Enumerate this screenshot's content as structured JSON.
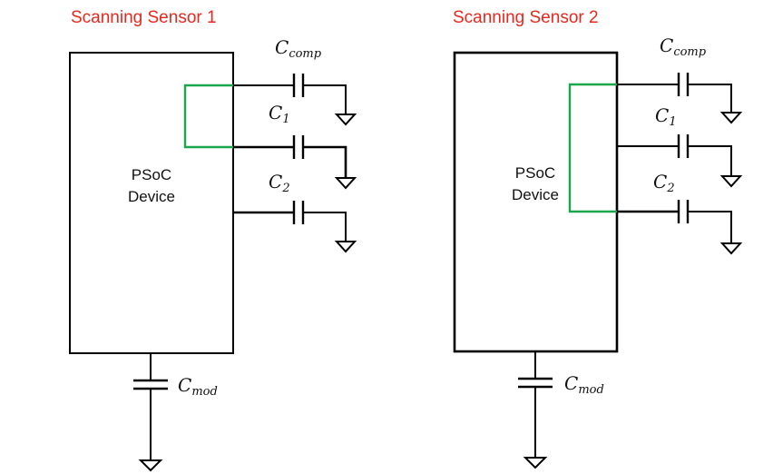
{
  "sensor1": {
    "title": "Scanning Sensor 1",
    "device": {
      "line1": "PSoC",
      "line2": "Device"
    },
    "caps": [
      {
        "main": "C",
        "sub": "comp"
      },
      {
        "main": "C",
        "sub": "1"
      },
      {
        "main": "C",
        "sub": "2"
      }
    ],
    "cmod": {
      "main": "C",
      "sub": "mod"
    }
  },
  "sensor2": {
    "title": "Scanning Sensor 2",
    "device": {
      "line1": "PSoC",
      "line2": "Device"
    },
    "caps": [
      {
        "main": "C",
        "sub": "comp"
      },
      {
        "main": "C",
        "sub": "1"
      },
      {
        "main": "C",
        "sub": "2"
      }
    ],
    "cmod": {
      "main": "C",
      "sub": "mod"
    }
  },
  "colors": {
    "title": "#e8281e",
    "active_path": "#1aa64a",
    "wire": "#000000"
  }
}
